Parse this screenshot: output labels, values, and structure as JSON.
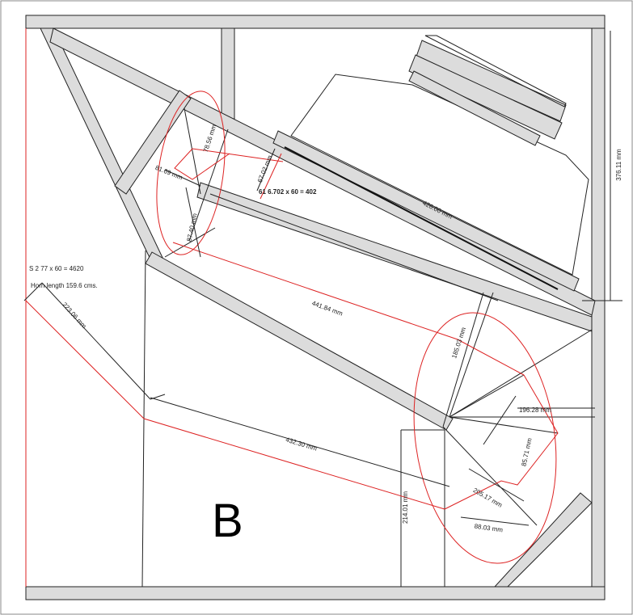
{
  "colors": {
    "panel": "#dcdcdc",
    "outline": "#222222",
    "path": "#dd2222",
    "background": "#ffffff"
  },
  "notes": {
    "section": "S 2   77 x 60 = 4620",
    "horn_length": "Horn length 159.6 cms.",
    "throat_area": "61 6.702 x 60 = 402",
    "label_b": "B"
  },
  "dimensions": {
    "d_376": "376.11 mm",
    "d_426": "426.00 mm",
    "d_78": "78.56 mm",
    "d_67": "67.02 mm",
    "d_81": "81.69 mm",
    "d_87": "87.40 mm",
    "d_441": "441.84 mm",
    "d_185": "185.03 mm",
    "d_196": "196.28 mm",
    "d_223": "223.06 mm",
    "d_432": "432.30 mm",
    "d_214": "214.01 mm",
    "d_85": "85.71 mm",
    "d_205": "205.17 mm",
    "d_88": "88.03 mm"
  }
}
